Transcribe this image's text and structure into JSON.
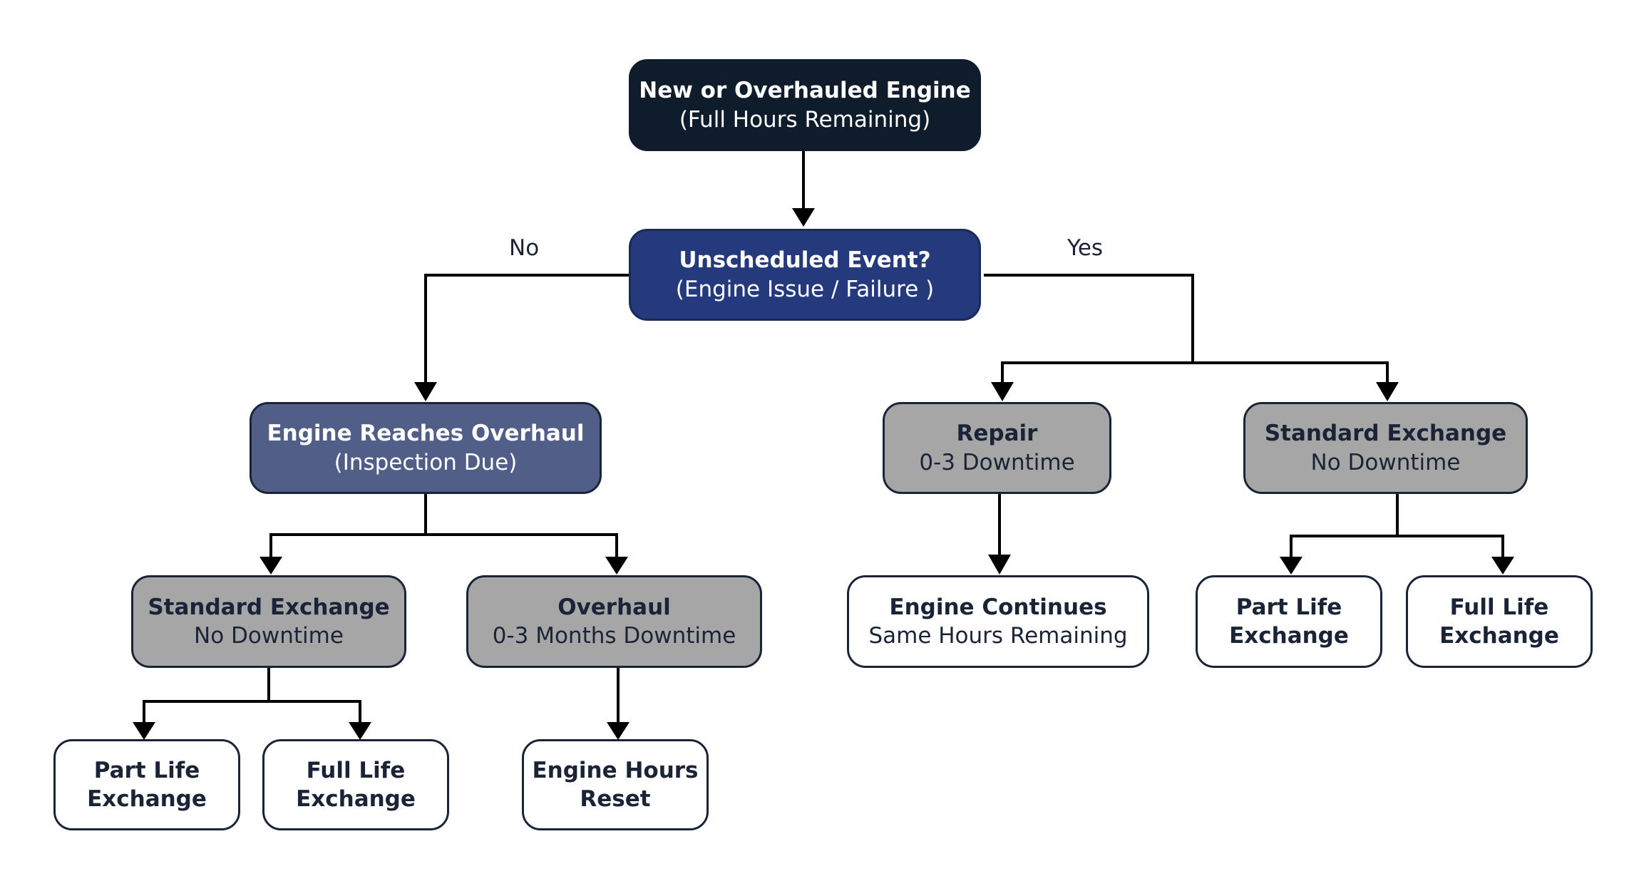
{
  "nodes": {
    "root": {
      "title": "New or Overhauled Engine",
      "sub": "(Full Hours Remaining)",
      "color": "#0f1c2b"
    },
    "event": {
      "title": "Unscheduled Event?",
      "sub": "(Engine Issue / Failure )",
      "color": "#243a7c"
    },
    "overhaul_due": {
      "title": "Engine Reaches Overhaul",
      "sub": "(Inspection Due)",
      "color": "#515e88"
    },
    "repair": {
      "title": "Repair",
      "sub": "0-3 Downtime",
      "color": "#a6a6a6"
    },
    "std_exchange_right": {
      "title": "Standard Exchange",
      "sub": "No Downtime",
      "color": "#a6a6a6"
    },
    "std_exchange_left": {
      "title": "Standard Exchange",
      "sub": "No Downtime",
      "color": "#a6a6a6"
    },
    "overhaul": {
      "title": "Overhaul",
      "sub": "0-3 Months Downtime",
      "color": "#a6a6a6"
    },
    "engine_continues": {
      "title": "Engine Continues",
      "sub": "Same Hours Remaining"
    },
    "part_life_right": {
      "line1": "Part Life",
      "line2": "Exchange"
    },
    "full_life_right": {
      "line1": "Full Life",
      "line2": "Exchange"
    },
    "part_life_left": {
      "line1": "Part Life",
      "line2": "Exchange"
    },
    "full_life_left": {
      "line1": "Full Life",
      "line2": "Exchange"
    },
    "hours_reset": {
      "line1": "Engine Hours",
      "line2": "Reset"
    }
  },
  "edge_labels": {
    "no": "No",
    "yes": "Yes"
  }
}
